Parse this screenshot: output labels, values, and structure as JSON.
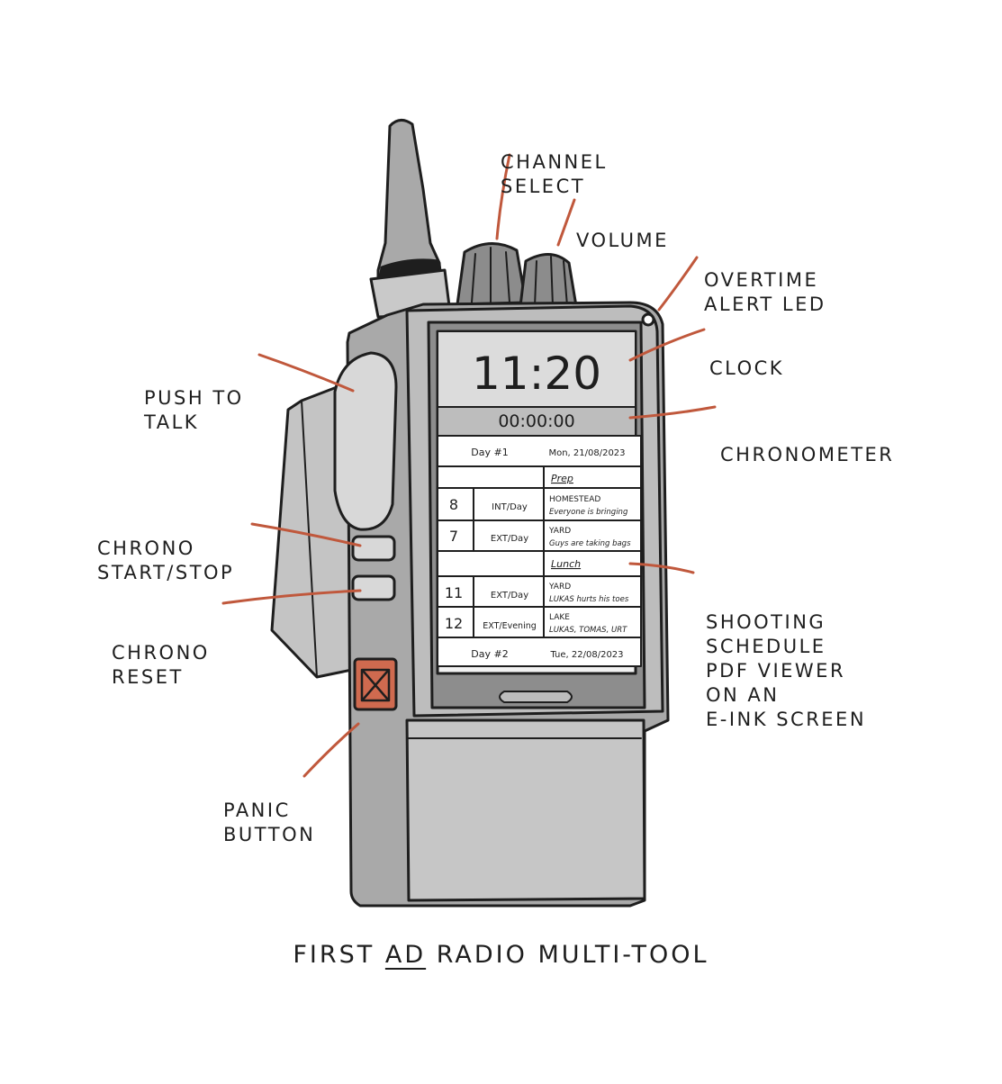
{
  "labels": {
    "channel_select": [
      "CHANNEL",
      "SELECT"
    ],
    "volume": [
      "VOLUME"
    ],
    "overtime_alert_led": [
      "OVERTIME",
      "ALERT LED"
    ],
    "clock": [
      "CLOCK"
    ],
    "push_to_talk": [
      "PUSH TO",
      "TALK"
    ],
    "chronometer": [
      "CHRONOMETER"
    ],
    "chrono_start_stop": [
      "CHRONO",
      "START/STOP"
    ],
    "chrono_reset": [
      "CHRONO",
      "RESET"
    ],
    "shooting_schedule": [
      "SHOOTING",
      "SCHEDULE",
      "PDF VIEWER",
      "ON AN",
      "E-INK SCREEN"
    ],
    "panic_button": [
      "PANIC",
      "BUTTON"
    ]
  },
  "caption": {
    "before": "FIRST ",
    "underlined": "AD",
    "after": " RADIO MULTI-TOOL"
  },
  "screen": {
    "clock": "11:20",
    "chronometer": "00:00:00",
    "day1": {
      "label": "Day #1",
      "date": "Mon, 21/08/2023"
    },
    "prep": "Prep",
    "rows": [
      {
        "scene": "8",
        "type": "INT/Day",
        "location": "HOMESTEAD",
        "note": "Everyone is bringing"
      },
      {
        "scene": "7",
        "type": "EXT/Day",
        "location": "YARD",
        "note": "Guys are taking bags"
      }
    ],
    "lunch": "Lunch",
    "rows_after": [
      {
        "scene": "11",
        "type": "EXT/Day",
        "location": "YARD",
        "note": "LUKAS hurts his toes"
      },
      {
        "scene": "12",
        "type": "EXT/Evening",
        "location": "LAKE",
        "note": "LUKAS, TOMAS, URT"
      }
    ],
    "day2": {
      "label": "Day #2",
      "date": "Tue, 22/08/2023"
    }
  },
  "colors": {
    "accent": "#c0583c",
    "outline": "#1e1e1e",
    "body_gray": "#a8a8a8",
    "light_gray": "#c8c8c8",
    "screen_gray": "#dcdcdc",
    "panic_red": "#cf6a4f"
  }
}
